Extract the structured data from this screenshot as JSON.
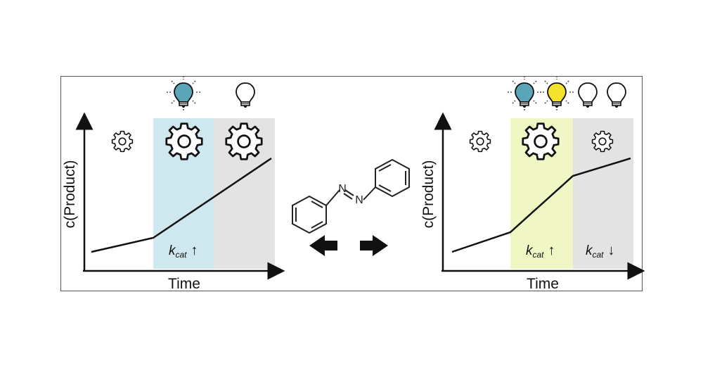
{
  "left_panel": {
    "ylabel": "c(Product)",
    "xlabel": "Time",
    "rate_label": {
      "k": "k",
      "sub": "cat",
      "arrow": "↑"
    },
    "bulbs": [
      {
        "icon": "blue-bulb-lit-icon",
        "color": "#5aa6b8"
      },
      {
        "icon": "bulb-off-icon",
        "color": "#ffffff"
      }
    ],
    "gears": [
      "small-gear-icon",
      "large-gear-icon",
      "large-gear-icon"
    ],
    "shading": {
      "active_color": "#cfe7ee",
      "after_color": "#e3e3e3"
    }
  },
  "right_panel": {
    "ylabel": "c(Product)",
    "xlabel": "Time",
    "rate_label_up": {
      "k": "k",
      "sub": "cat",
      "arrow": "↑"
    },
    "rate_label_down": {
      "k": "k",
      "sub": "cat",
      "arrow": "↓"
    },
    "bulbs": [
      {
        "icon": "blue-bulb-lit-icon",
        "color": "#5aa6b8"
      },
      {
        "icon": "yellow-bulb-lit-icon",
        "color": "#f2e22c"
      },
      {
        "icon": "bulb-off-icon",
        "color": "#ffffff"
      },
      {
        "icon": "bulb-off-icon",
        "color": "#ffffff"
      }
    ],
    "gears": [
      "small-gear-icon",
      "large-gear-icon",
      "small-gear-icon"
    ],
    "shading": {
      "active_color": "#f1f7c4",
      "after_color": "#e3e3e3"
    }
  },
  "center": {
    "molecule": "azobenzene-structure",
    "atom_labels": [
      "N",
      "N"
    ],
    "arrows": [
      "left-arrow-icon",
      "right-arrow-icon"
    ]
  }
}
